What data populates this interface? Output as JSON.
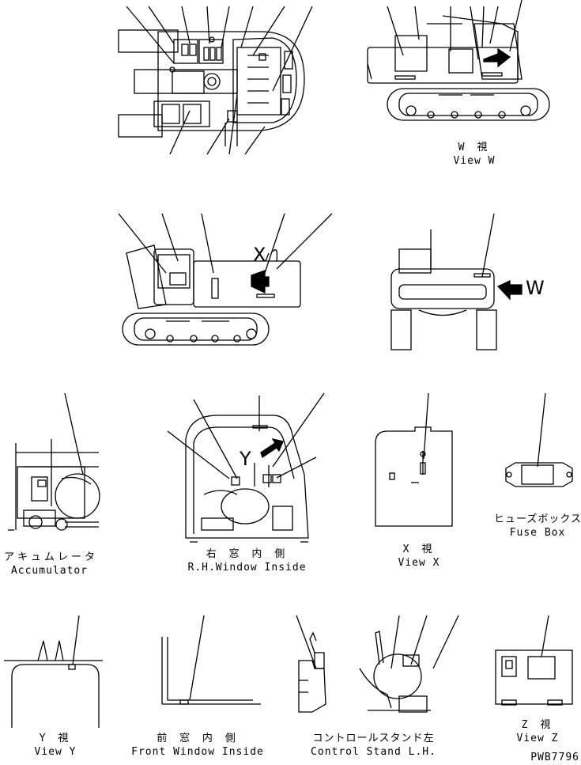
{
  "views": {
    "view_w": {
      "jp": "W 視",
      "en": "View W"
    },
    "view_x": {
      "jp": "X 視",
      "en": "View X"
    },
    "view_y": {
      "jp": "Y 視",
      "en": "View Y"
    },
    "view_z": {
      "jp": "Z 視",
      "en": "View Z"
    },
    "accumulator": {
      "jp": "アキュムレータ",
      "en": "Accumulator"
    },
    "rh_window": {
      "jp": "右 窓 内 側",
      "en": "R.H.Window Inside"
    },
    "fuse_box": {
      "jp": "ヒューズボックス",
      "en": "Fuse Box"
    },
    "front_window": {
      "jp": "前 窓 内 側",
      "en": "Front Window Inside"
    },
    "control_stand": {
      "jp": "コントロールスタンド左",
      "en": "Control Stand L.H."
    }
  },
  "callouts": {
    "x": "X",
    "w": "W",
    "y": "Y"
  },
  "drawing_code": "PWB7796"
}
